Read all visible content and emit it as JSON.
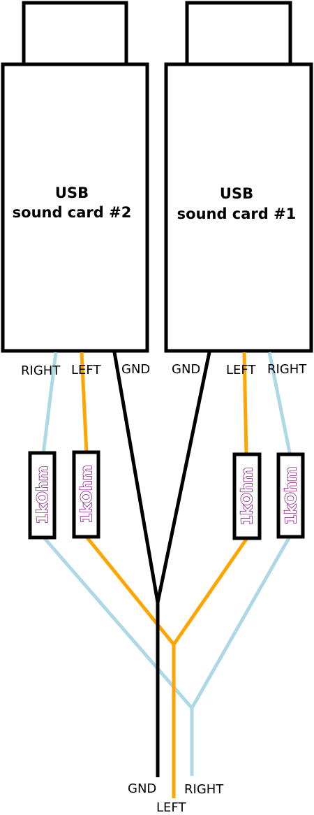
{
  "colors": {
    "right_wire": "#add8e6",
    "left_wire": "#ffa500",
    "gnd_wire": "#000000",
    "resistor_text": "#800080",
    "outline": "#000000"
  },
  "cards": [
    {
      "title_line1": "USB",
      "title_line2": "sound card #2"
    },
    {
      "title_line1": "USB",
      "title_line2": "sound card #1"
    }
  ],
  "card2_labels": {
    "right": "RIGHT",
    "left": "LEFT",
    "gnd": "GND"
  },
  "card1_labels": {
    "gnd": "GND",
    "left": "LEFT",
    "right": "RIGHT"
  },
  "resistors": [
    {
      "label": "1kOhm"
    },
    {
      "label": "1kOhm"
    },
    {
      "label": "1kOhm"
    },
    {
      "label": "1kOhm"
    }
  ],
  "output_labels": {
    "gnd": "GND",
    "left": "LEFT",
    "right": "RIGHT"
  }
}
